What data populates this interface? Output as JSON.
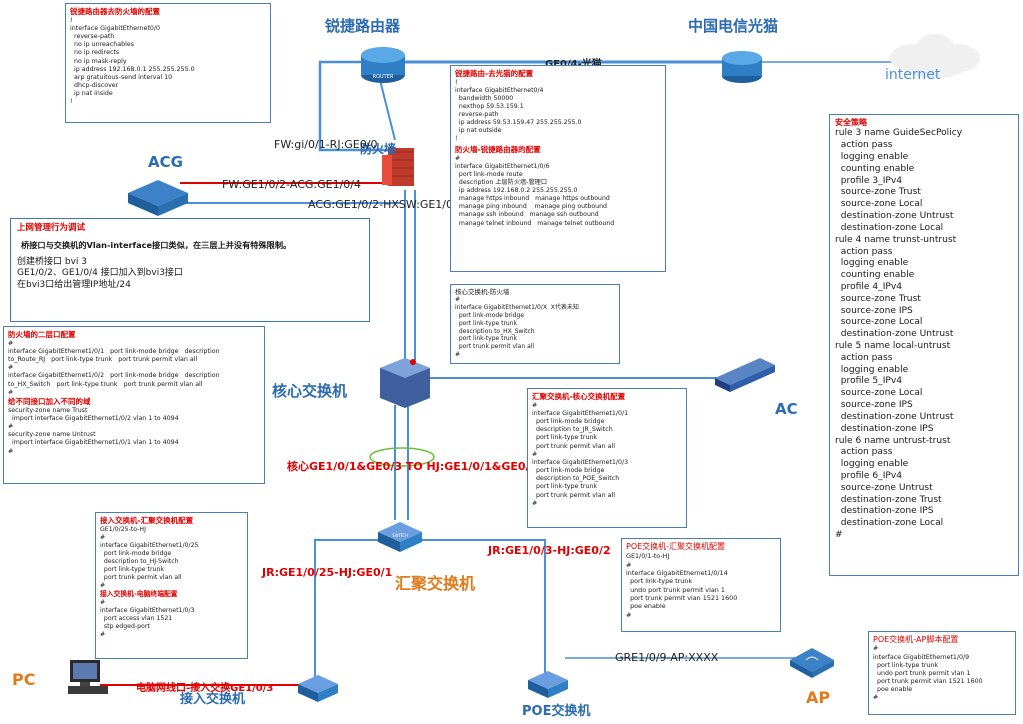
{
  "devices": {
    "router": "锐捷路由器",
    "telecom": "中国电信光猫",
    "internet": "internet",
    "firewall": "防火墙",
    "acg": "ACG",
    "core": "核心交换机",
    "ac": "AC",
    "agg": "汇聚交换机",
    "poe": "POE交换机",
    "access": "接入交换机",
    "pc": "PC",
    "ap": "AP",
    "router_icon_text": "ROUTER",
    "switch_icon_text": "SWITCH"
  },
  "links": {
    "ge04": "GE0/4-光猫",
    "fw_router": "FW:gi/0/1-RJ:GE0/0",
    "fw_acg": "FW:GE1/0/2-ACG:GE1/0/4",
    "acg_core": "ACG:GE1/0/2-HXSW:GE1/0/15",
    "core_agg": "核心GE1/0/1&GE0/3 TO HJ:GE1/0/1&GE0/2",
    "jr_hj": "JR:GE1/0/25-HJ:GE0/1",
    "hj_poe": "JR:GE1/0/3-HJ:GE0/2",
    "pc_access": "电脑网线口-接入交换GE1/0/3",
    "poe_ap": "GRE1/0/9-AP:XXXX"
  },
  "boxes": {
    "router_fw": {
      "header": "锐捷路由器去防火墙的配置",
      "lines": [
        "!",
        "interface GigabitEthernet0/0",
        "  reverse-path",
        "  no ip unreachables",
        "  no ip redirects",
        "  no ip mask-reply",
        "  ip address 192.168.0.1 255.255.255.0",
        "  arp gratuitous-send interval 10",
        "  dhcp-discover",
        "  ip nat inside",
        "!"
      ]
    },
    "router_modem": {
      "header": "锐捷路由-去光猫的配置",
      "lines": [
        "!",
        "interface GigabitEthernet0/4",
        "  bandwidth 50000",
        "  nexthop 59.53.159.1",
        "  reverse-path",
        "  ip address 59.53.159.47 255.255.255.0",
        "  ip nat outside",
        "!"
      ],
      "header2": "防火墙-锐捷路由器的配置",
      "lines2": [
        "#",
        "interface GigabitEthernet1/0/6",
        "  port link-mode route",
        "  description 上层防火墙-管理口",
        "  ip address 192.168.0.2 255.255.255.0",
        "  manage https inbound   manage https outbound",
        "  manage ping inbound    manage ping outbound",
        "  manage ssh inbound   manage ssh outbound",
        "  manage telnet inbound   manage telnet outbound"
      ]
    },
    "mgmt": {
      "header": "上网管理行为调试",
      "note": "桥接口与交换机的Vlan-interface接口类似，在三层上并没有特殊限制。",
      "lines": [
        "创建桥接口 bvi 3",
        "GE1/0/2、GE1/0/4 接口加入到bvi3接口",
        "在bvi3口给出管理IP地址/24"
      ]
    },
    "fw_layer2": {
      "header": "防火墙的二层口配置",
      "lines": [
        "#",
        "interface GigabitEthernet1/0/1   port link-mode bridge   description",
        "to_Route_RJ   port link-type trunk   port trunk permit vlan all",
        "#",
        "interface GigabitEthernet1/0/2   port link-mode bridge   description",
        "to_HX_Switch   port link-type trunk   port trunk permit vlan all",
        "#"
      ],
      "header2": "给不同接口加入不同的域",
      "lines2": [
        "security-zone name Trust",
        "  import interface GigabitEthernet1/0/2 vlan 1 to 4094",
        "#",
        "security-zone name Untrust",
        "  import interface GigabitEthernet1/0/1 vlan 1 to 4094",
        "#"
      ]
    },
    "core_fw": {
      "header": "核心交换机-防火墙",
      "lines": [
        "#",
        "interface GigabitEthernet1/0/X  X代表未知",
        "  port link-mode bridge",
        "  port link-type trunk",
        "  description to_HX_Switch",
        "  port link-type trunk",
        "  port trunk permit vlan all",
        "#"
      ]
    },
    "agg_core": {
      "header": "汇聚交换机-核心交换机配置",
      "lines": [
        "#",
        "interface GigabitEthernet1/0/1",
        "  port link-mode bridge",
        "  description to_JR_Switch",
        "  port link-type trunk",
        "  port trunk permit vlan all",
        "#",
        "interface GigabitEthernet1/0/3",
        "  port link-mode bridge",
        "  description to_POE_Switch",
        "  port link-type trunk",
        "  port trunk permit vlan all",
        "#"
      ]
    },
    "access_agg": {
      "header": "接入交换机-汇聚交换机配置",
      "lines": [
        "GE1/0/25-to-HJ",
        "#",
        "interface GigabitEthernet1/0/25",
        "  port link-mode bridge",
        "  description to_HJ-Switch",
        "  port link-type trunk",
        "  port trunk permit vlan all",
        "#"
      ],
      "header2": "接入交换机-电脑终端配置",
      "lines2": [
        "#",
        "interface GigabitEthernet1/0/3",
        "  port access vlan 1521",
        "  stp edged-port",
        "#"
      ]
    },
    "poe_agg": {
      "header": "POE交换机-汇聚交换机配置",
      "lines": [
        "GE1/0/1-to-HJ",
        "#",
        "interface GigabitEthernet1/0/14",
        "  port link-type trunk",
        "  undo port trunk permit vlan 1",
        "  port trunk permit vlan 1521 1600",
        "  poe enable",
        "#"
      ]
    },
    "poe_ap": {
      "header": "POE交换机-AP脚本配置",
      "lines": [
        "#",
        "interface GigabitEthernet1/0/9",
        "  port link-type trunk",
        "  undo port trunk permit vlan 1",
        "  port trunk permit vlan 1521 1600",
        "  poe enable",
        "#"
      ]
    },
    "policy": {
      "header": "安全策略",
      "lines": [
        "rule 3 name GuideSecPolicy",
        "  action pass",
        "  logging enable",
        "  counting enable",
        "  profile 3_IPv4",
        "  source-zone Trust",
        "  source-zone Local",
        "  destination-zone Untrust",
        "  destination-zone Local",
        "rule 4 name trunst-untrust",
        "  action pass",
        "  logging enable",
        "  counting enable",
        "  profile 4_IPv4",
        "  source-zone Trust",
        "  source-zone IPS",
        "  source-zone Local",
        "  destination-zone Untrust",
        "rule 5 name local-untrust",
        "  action pass",
        "  logging enable",
        "  profile 5_IPv4",
        "  source-zone Local",
        "  source-zone IPS",
        "  destination-zone Untrust",
        "  destination-zone IPS",
        "rule 6 name untrust-trust",
        "  action pass",
        "  logging enable",
        "  profile 6_IPv4",
        "  source-zone Untrust",
        "  destination-zone Trust",
        "  destination-zone IPS",
        "  destination-zone Local",
        "#"
      ]
    }
  },
  "colors": {
    "line": "#4a90d9",
    "red_line": "#e00000",
    "device_blue": "#2b6cb0",
    "device_orange": "#e07b1a",
    "box_border": "#4a7ebb"
  }
}
